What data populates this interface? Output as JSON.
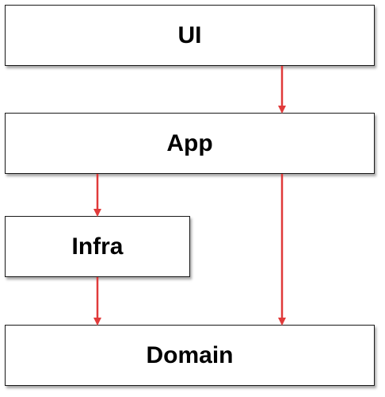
{
  "diagram": {
    "nodes": [
      {
        "id": "ui",
        "label": "UI"
      },
      {
        "id": "app",
        "label": "App"
      },
      {
        "id": "infra",
        "label": "Infra"
      },
      {
        "id": "domain",
        "label": "Domain"
      }
    ],
    "edges": [
      {
        "from": "ui",
        "to": "app"
      },
      {
        "from": "app",
        "to": "infra"
      },
      {
        "from": "app",
        "to": "domain"
      },
      {
        "from": "infra",
        "to": "domain"
      }
    ],
    "colors": {
      "arrow": "#e03a3a",
      "box_border": "#1a1a1a",
      "box_fill": "#ffffff"
    }
  }
}
